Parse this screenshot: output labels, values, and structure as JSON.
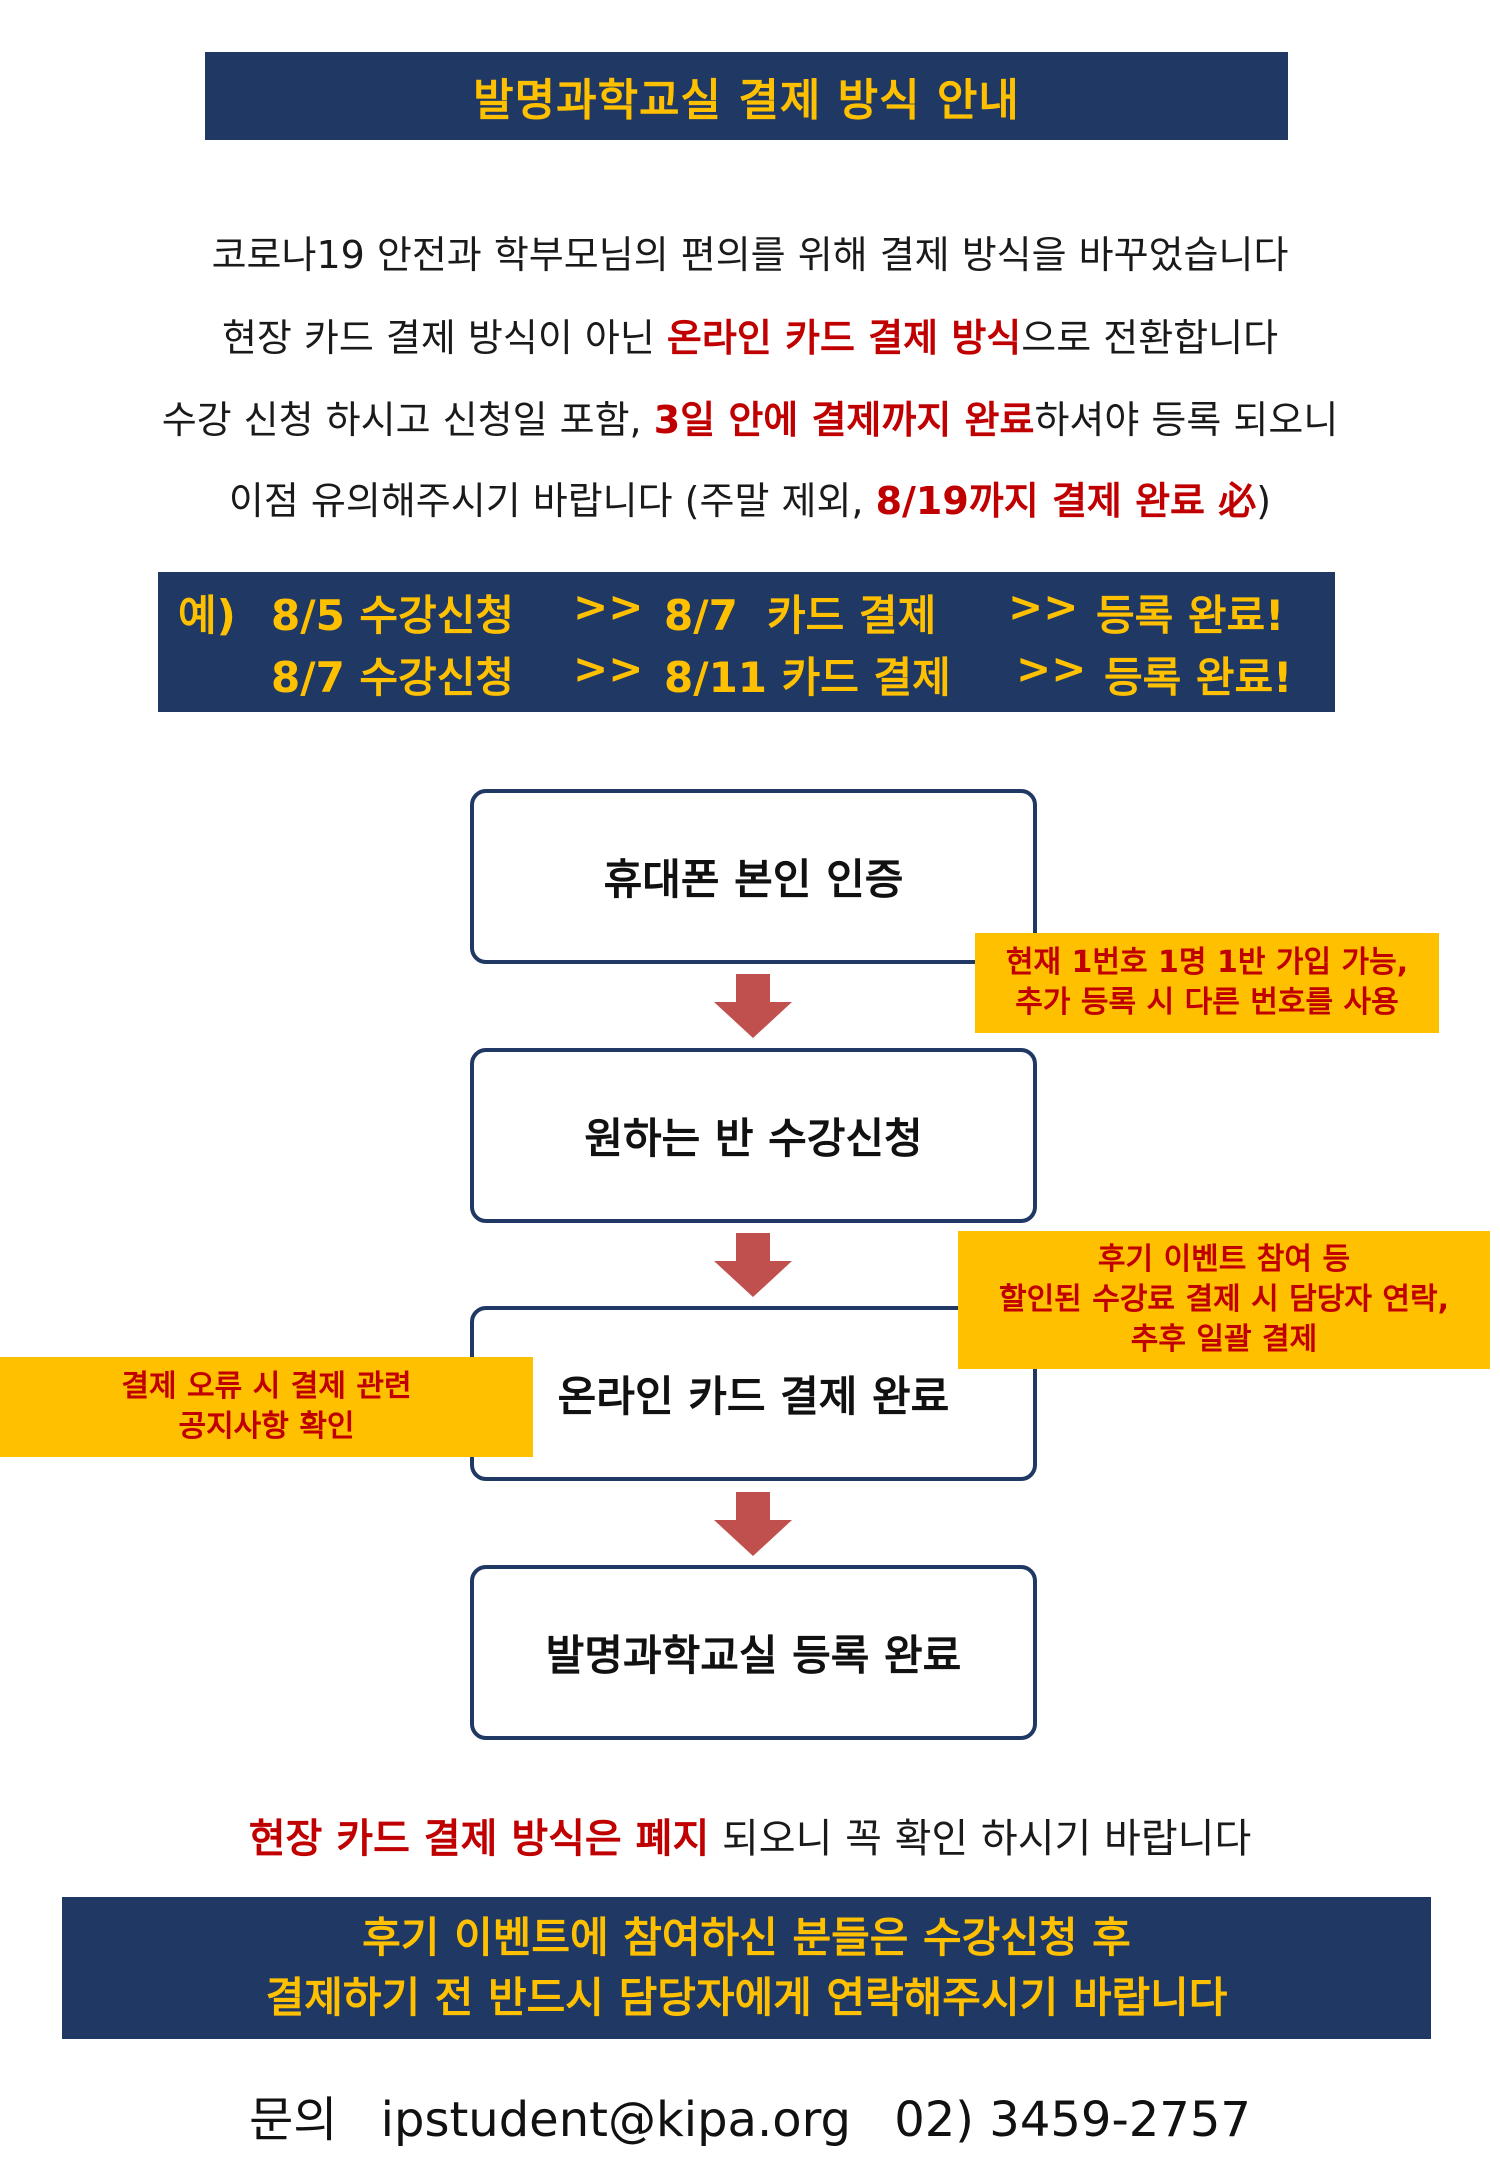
{
  "title": "발명과학교실 결제 방식 안내",
  "intro": {
    "line1": "코로나19 안전과 학부모님의 편의를 위해 결제 방식을 바꾸었습니다",
    "line2_a": "현장 카드 결제 방식이 아닌 ",
    "line2_b": "온라인 카드 결제 방식",
    "line2_c": "으로 전환합니다",
    "line3_a": "수강 신청 하시고 신청일 포함, ",
    "line3_b": "3일 안에 결제까지 완료",
    "line3_c": "하셔야 등록 되오니",
    "line4_a": "이점 유의해주시기 바랍니다 (주말 제외,  ",
    "line4_b": "8/19까지 결제 완료 必",
    "line4_c": ")"
  },
  "example": {
    "prefix": "예)",
    "row1": {
      "apply": "8/5 수강신청",
      "sep1": ">>",
      "pay": "8/7  카드 결제",
      "sep2": ">>",
      "done": "등록 완료!"
    },
    "row2": {
      "apply": "8/7 수강신청",
      "sep1": ">>",
      "pay": "8/11 카드 결제",
      "sep2": ">>",
      "done": "등록 완료!"
    }
  },
  "steps": [
    "휴대폰 본인 인증",
    "원하는 반 수강신청",
    "온라인 카드 결제 완료",
    "발명과학교실 등록 완료"
  ],
  "notes": {
    "phone": [
      "현재 1번호 1명 1반 가입 가능,",
      "추가 등록 시 다른 번호를 사용"
    ],
    "review": [
      "후기 이벤트 참여 등",
      "할인된 수강료 결제 시 담당자 연락,",
      "추후 일괄 결제"
    ],
    "error": [
      "결제 오류 시 결제 관련",
      "공지사항 확인"
    ]
  },
  "warning": {
    "red": "현장 카드 결제 방식은 폐지",
    "rest": " 되오니 꼭 확인 하시기 바랍니다"
  },
  "footer": {
    "line1": "후기 이벤트에 참여하신 분들은 수강신청 후",
    "line2": "결제하기 전 반드시 담당자에게 연락해주시기 바랍니다"
  },
  "contact": {
    "label": "문의",
    "email": "ipstudent@kipa.org",
    "phone": "02) 3459-2757"
  },
  "colors": {
    "navy": "#1f3864",
    "gold": "#ffc000",
    "red": "#c00000",
    "arrow": "#c0504d"
  }
}
